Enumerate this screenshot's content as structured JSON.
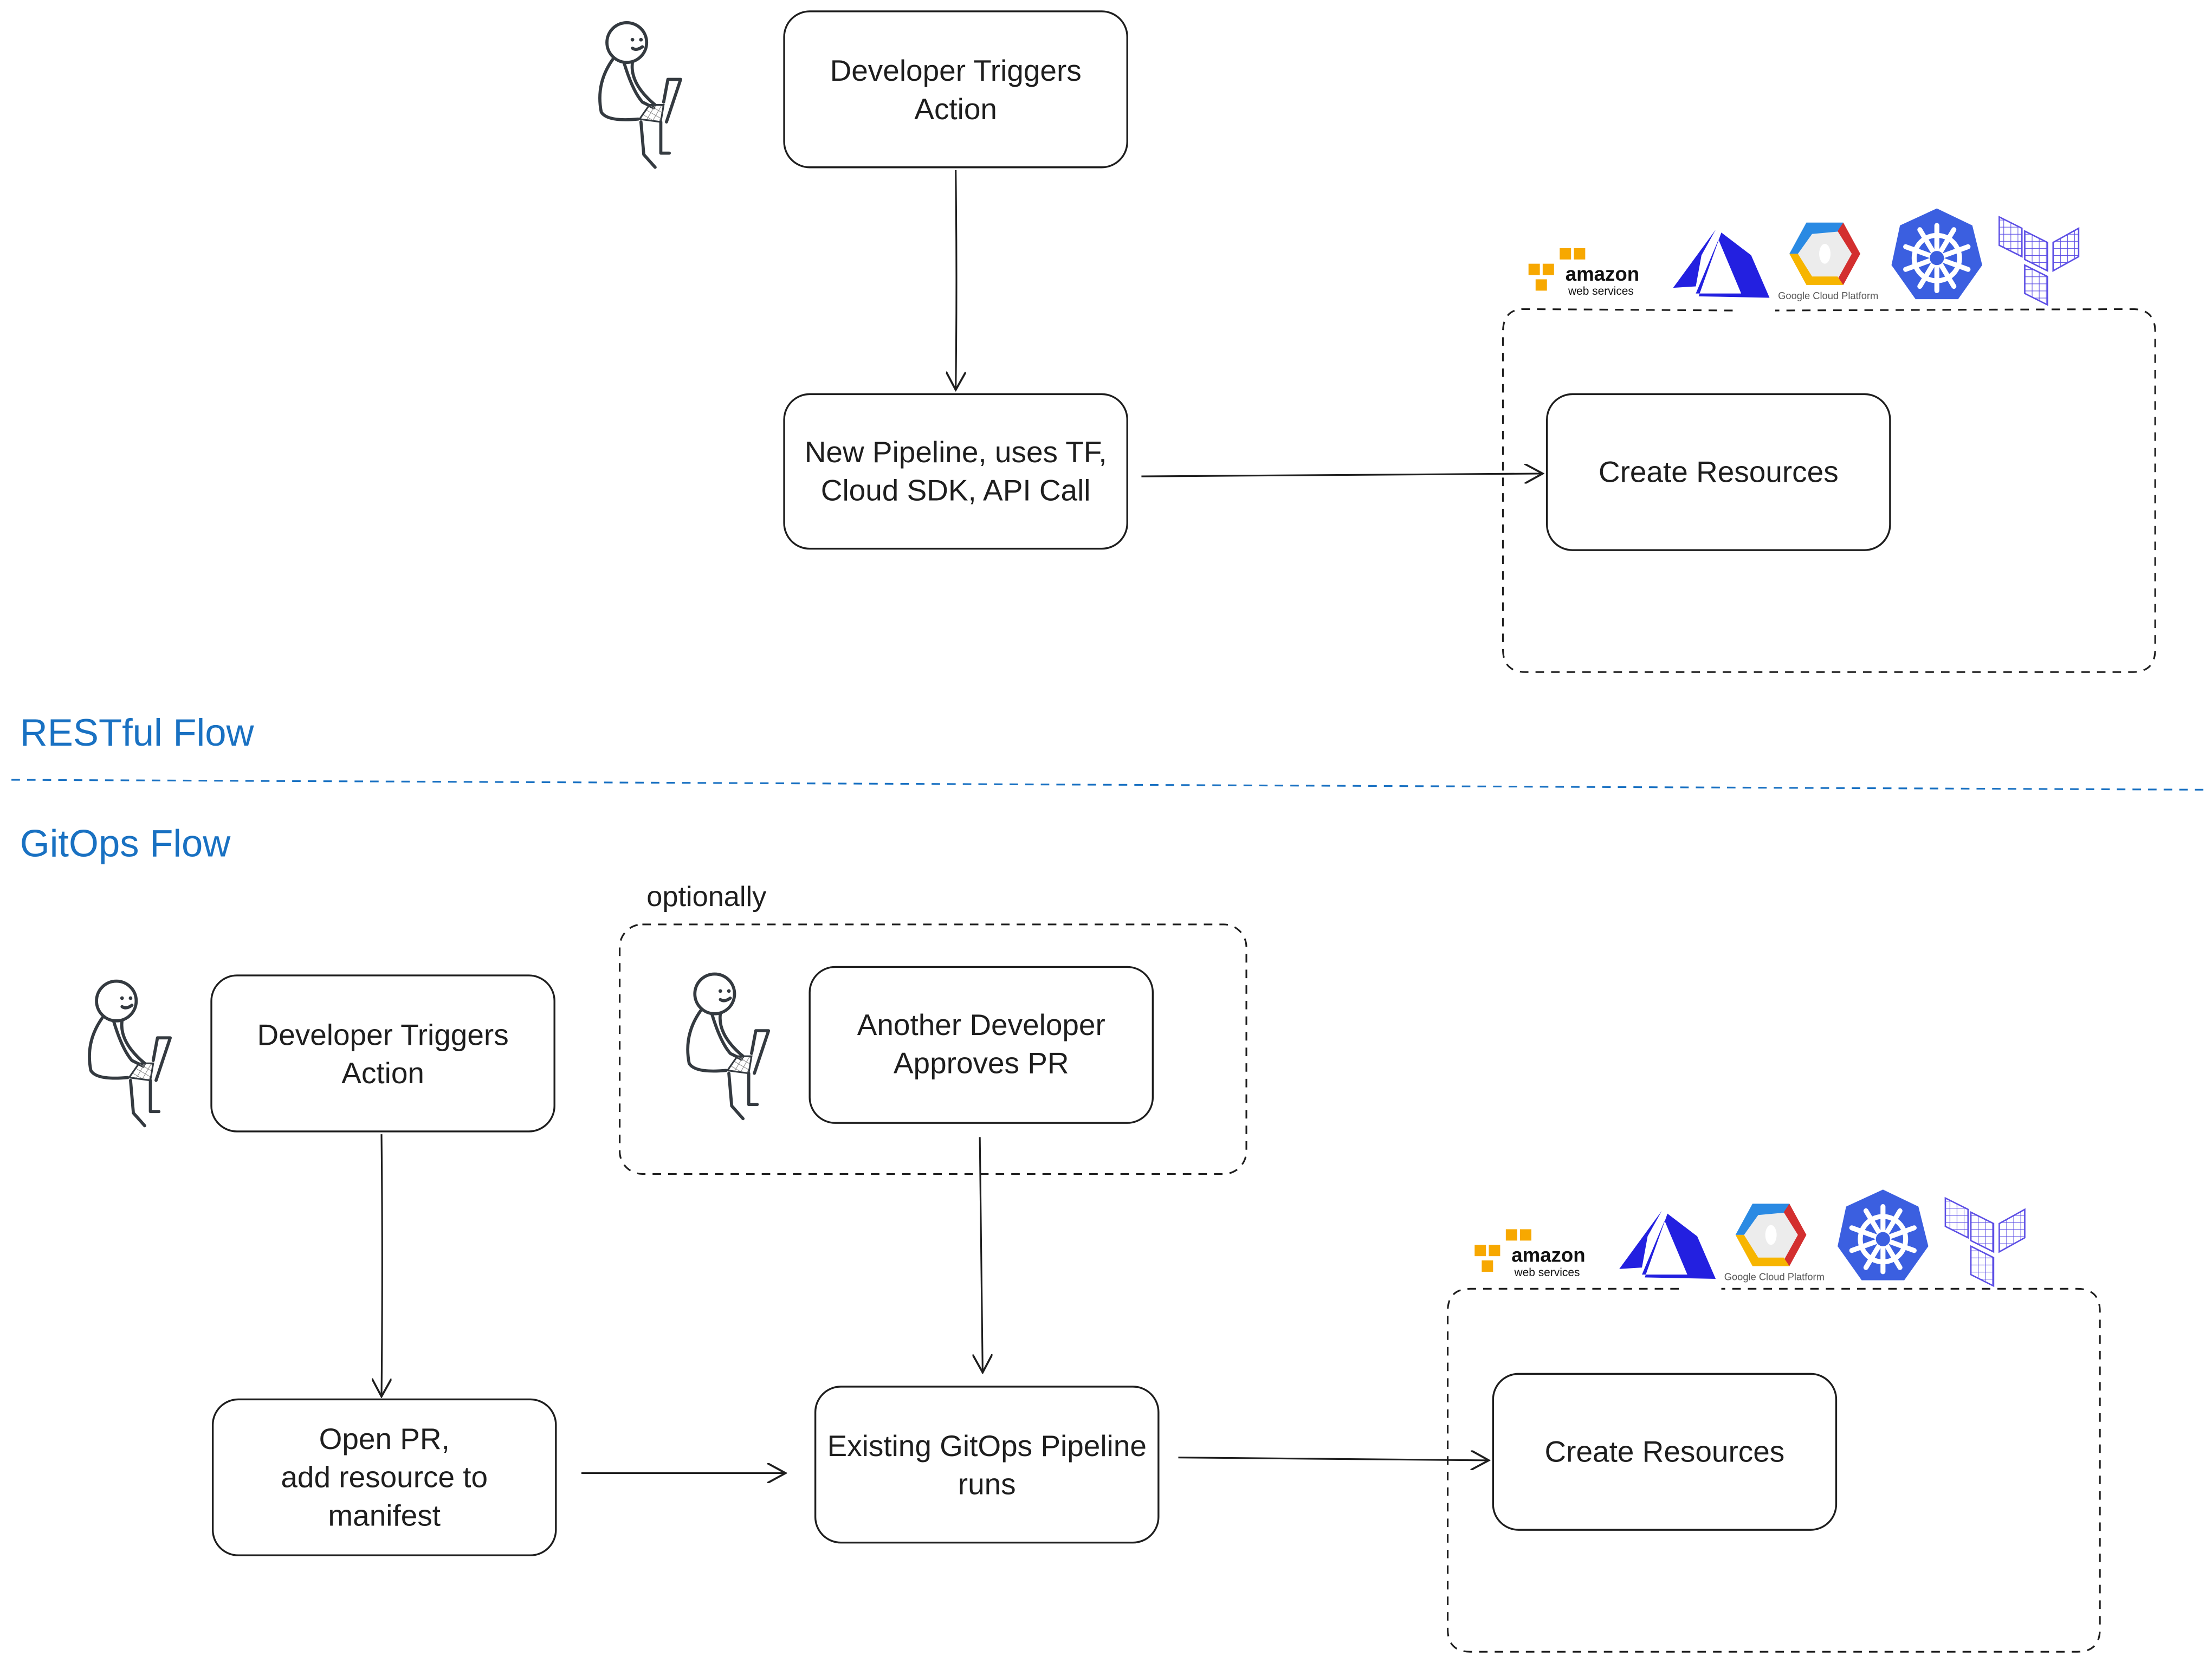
{
  "sections": {
    "restful": "RESTful Flow",
    "gitops": "GitOps Flow"
  },
  "colors": {
    "section_text": "#1971c2",
    "divider": "#1971c2",
    "aws": "#f7a800",
    "azure": "#2320e0",
    "kubernetes": "#3b5fe0",
    "terraform": "#5c4ee5"
  },
  "restful": {
    "trigger": [
      "Developer Triggers",
      "Action"
    ],
    "pipeline": [
      "New Pipeline, uses TF,",
      "Cloud SDK, API Call"
    ],
    "create": "Create Resources"
  },
  "gitops": {
    "optional_label": "optionally",
    "trigger": [
      "Developer Triggers",
      "Action"
    ],
    "approve": [
      "Another Developer",
      "Approves PR"
    ],
    "open_pr": [
      "Open PR,",
      "add resource to",
      "manifest"
    ],
    "pipeline": [
      "Existing GitOps Pipeline",
      "runs"
    ],
    "create": "Create Resources"
  },
  "logos": {
    "aws": [
      "amazon",
      "web services"
    ],
    "gcp": "Google Cloud Platform",
    "icons": [
      "aws-logo",
      "azure-logo",
      "gcp-logo",
      "kubernetes-logo",
      "terraform-logo"
    ]
  }
}
